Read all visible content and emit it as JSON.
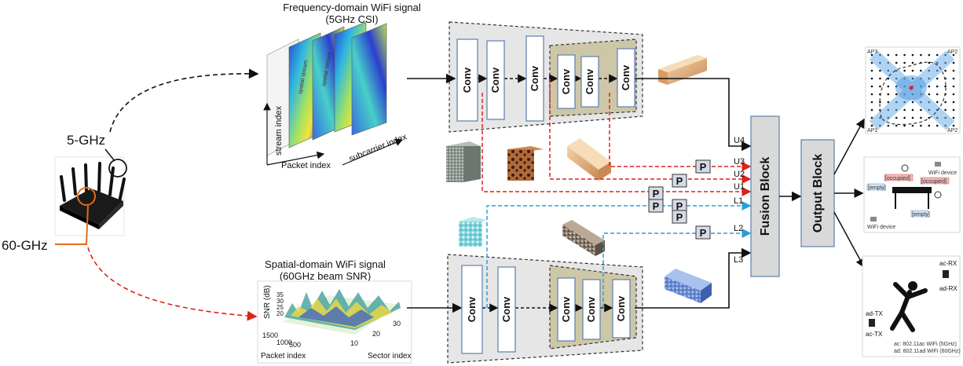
{
  "router": {
    "label_5ghz": "5-GHz",
    "label_60ghz": "60-GHz"
  },
  "freq_panel": {
    "title_line1": "Frequency-domain WiFi signal",
    "title_line2": "(5GHz CSI)",
    "y_axis": "stream index",
    "x_axis": "Packet index",
    "z_axis": "subcarrier index",
    "tile_label": "spatial stream"
  },
  "spatial_panel": {
    "title_line1": "Spatial-domain WiFi signal",
    "title_line2": "(60GHz beam SNR)",
    "z_axis": "SNR (dB)",
    "z_ticks": [
      "35",
      "30",
      "25",
      "20"
    ],
    "x_axis": "Packet index",
    "x_ticks": [
      "1500",
      "1000",
      "500"
    ],
    "y_axis": "Sector index",
    "y_ticks": [
      "10",
      "20",
      "30"
    ]
  },
  "network": {
    "conv_label": "Conv",
    "pool_label": "P",
    "upper_ports": [
      "U4",
      "U3",
      "U2",
      "U1"
    ],
    "lower_ports": [
      "L1",
      "L2",
      "L3"
    ],
    "fusion_label": "Fusion Block",
    "output_label": "Output Block"
  },
  "outputs": {
    "localization": {
      "ap_labels": [
        "AP3",
        "AP2",
        "AP1",
        "AP2"
      ]
    },
    "occupancy": {
      "occupied_label": "[occupied]",
      "empty_label": "[empty]",
      "wifi_device_label": "WiFi device"
    },
    "activity": {
      "ac_rx": "ac-RX",
      "ad_rx": "ad-RX",
      "ad_tx": "ad-TX",
      "ac_tx": "ac-TX",
      "legend_ac": "ac: 802.11ac WiFi (5GHz)",
      "legend_ad": "ad: 802.11ad WiFi (60GHz)"
    }
  },
  "colors": {
    "encoder_bg": "#e6e6e6",
    "inner_block": "#cdc7a7",
    "conv_border": "#5b7fb0",
    "fusion_bg": "#d9d9d9",
    "red_connection": "#e0201a",
    "blue_connection": "#2a9fd6",
    "router_orange": "#e36b1c"
  }
}
